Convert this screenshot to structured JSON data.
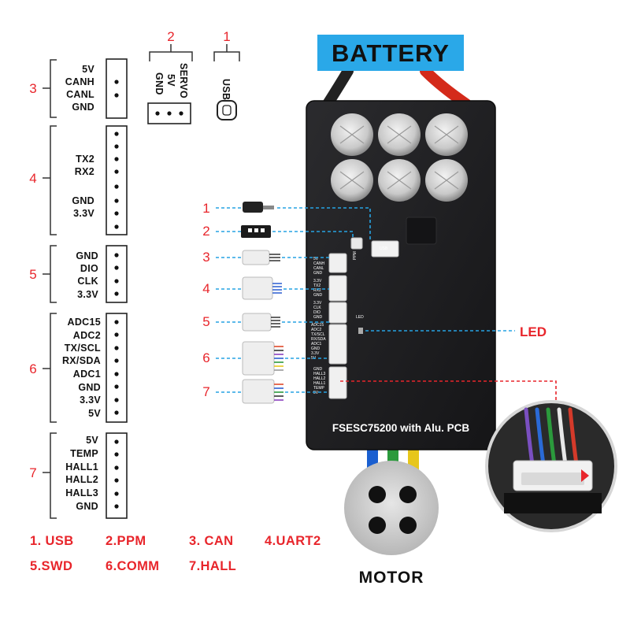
{
  "battery_label": "BATTERY",
  "motor_label": "MOTOR",
  "led_label": "LED",
  "board_title": "FSESC75200 with Alu. PCB",
  "top_connectors": {
    "ppm": {
      "number": "2",
      "pins": [
        "SERVO",
        "5V",
        "GND"
      ]
    },
    "usb": {
      "number": "1",
      "label": "USB"
    }
  },
  "groups": [
    {
      "number": "3",
      "pins": [
        "5V",
        "CANH",
        "CANL",
        "GND"
      ]
    },
    {
      "number": "4",
      "pins": [
        "TX2",
        "RX2",
        "GND",
        "3.3V"
      ]
    },
    {
      "number": "5",
      "pins": [
        "GND",
        "DIO",
        "CLK",
        "3.3V"
      ]
    },
    {
      "number": "6",
      "pins": [
        "ADC15",
        "ADC2",
        "TX/SCL",
        "RX/SDA",
        "ADC1",
        "GND",
        "3.3V",
        "5V"
      ]
    },
    {
      "number": "7",
      "pins": [
        "5V",
        "TEMP",
        "HALL1",
        "HALL2",
        "HALL3",
        "GND"
      ]
    }
  ],
  "callout_numbers": [
    "1",
    "2",
    "3",
    "4",
    "5",
    "6",
    "7"
  ],
  "legend": [
    [
      "1. USB",
      "2.PPM",
      "3. CAN",
      "4.UART2"
    ],
    [
      "5.SWD",
      "6.COMM",
      "7.HALL"
    ]
  ],
  "board_small_labels": {
    "usb": "USB",
    "ppm": "PPM",
    "led": "LED",
    "can": [
      "5V",
      "CANH",
      "CANL",
      "GND"
    ],
    "uart": [
      "3.3V",
      "TX2",
      "RX2",
      "GND"
    ],
    "swd": [
      "3.3V",
      "CLK",
      "DIO",
      "GND"
    ],
    "comm": [
      "ADC15",
      "ADC2",
      "TX/SCL",
      "RX/SDA",
      "ADC1",
      "GND",
      "3.3V",
      "5V"
    ],
    "hall": [
      "GND",
      "HALL3",
      "HALL2",
      "HALL1",
      "TEMP",
      "5V"
    ]
  },
  "colors": {
    "accent_red": "#e8252b",
    "callout_blue": "#27a3e3",
    "battery_banner": "#2aa8e8",
    "board": "#1f1f21"
  }
}
